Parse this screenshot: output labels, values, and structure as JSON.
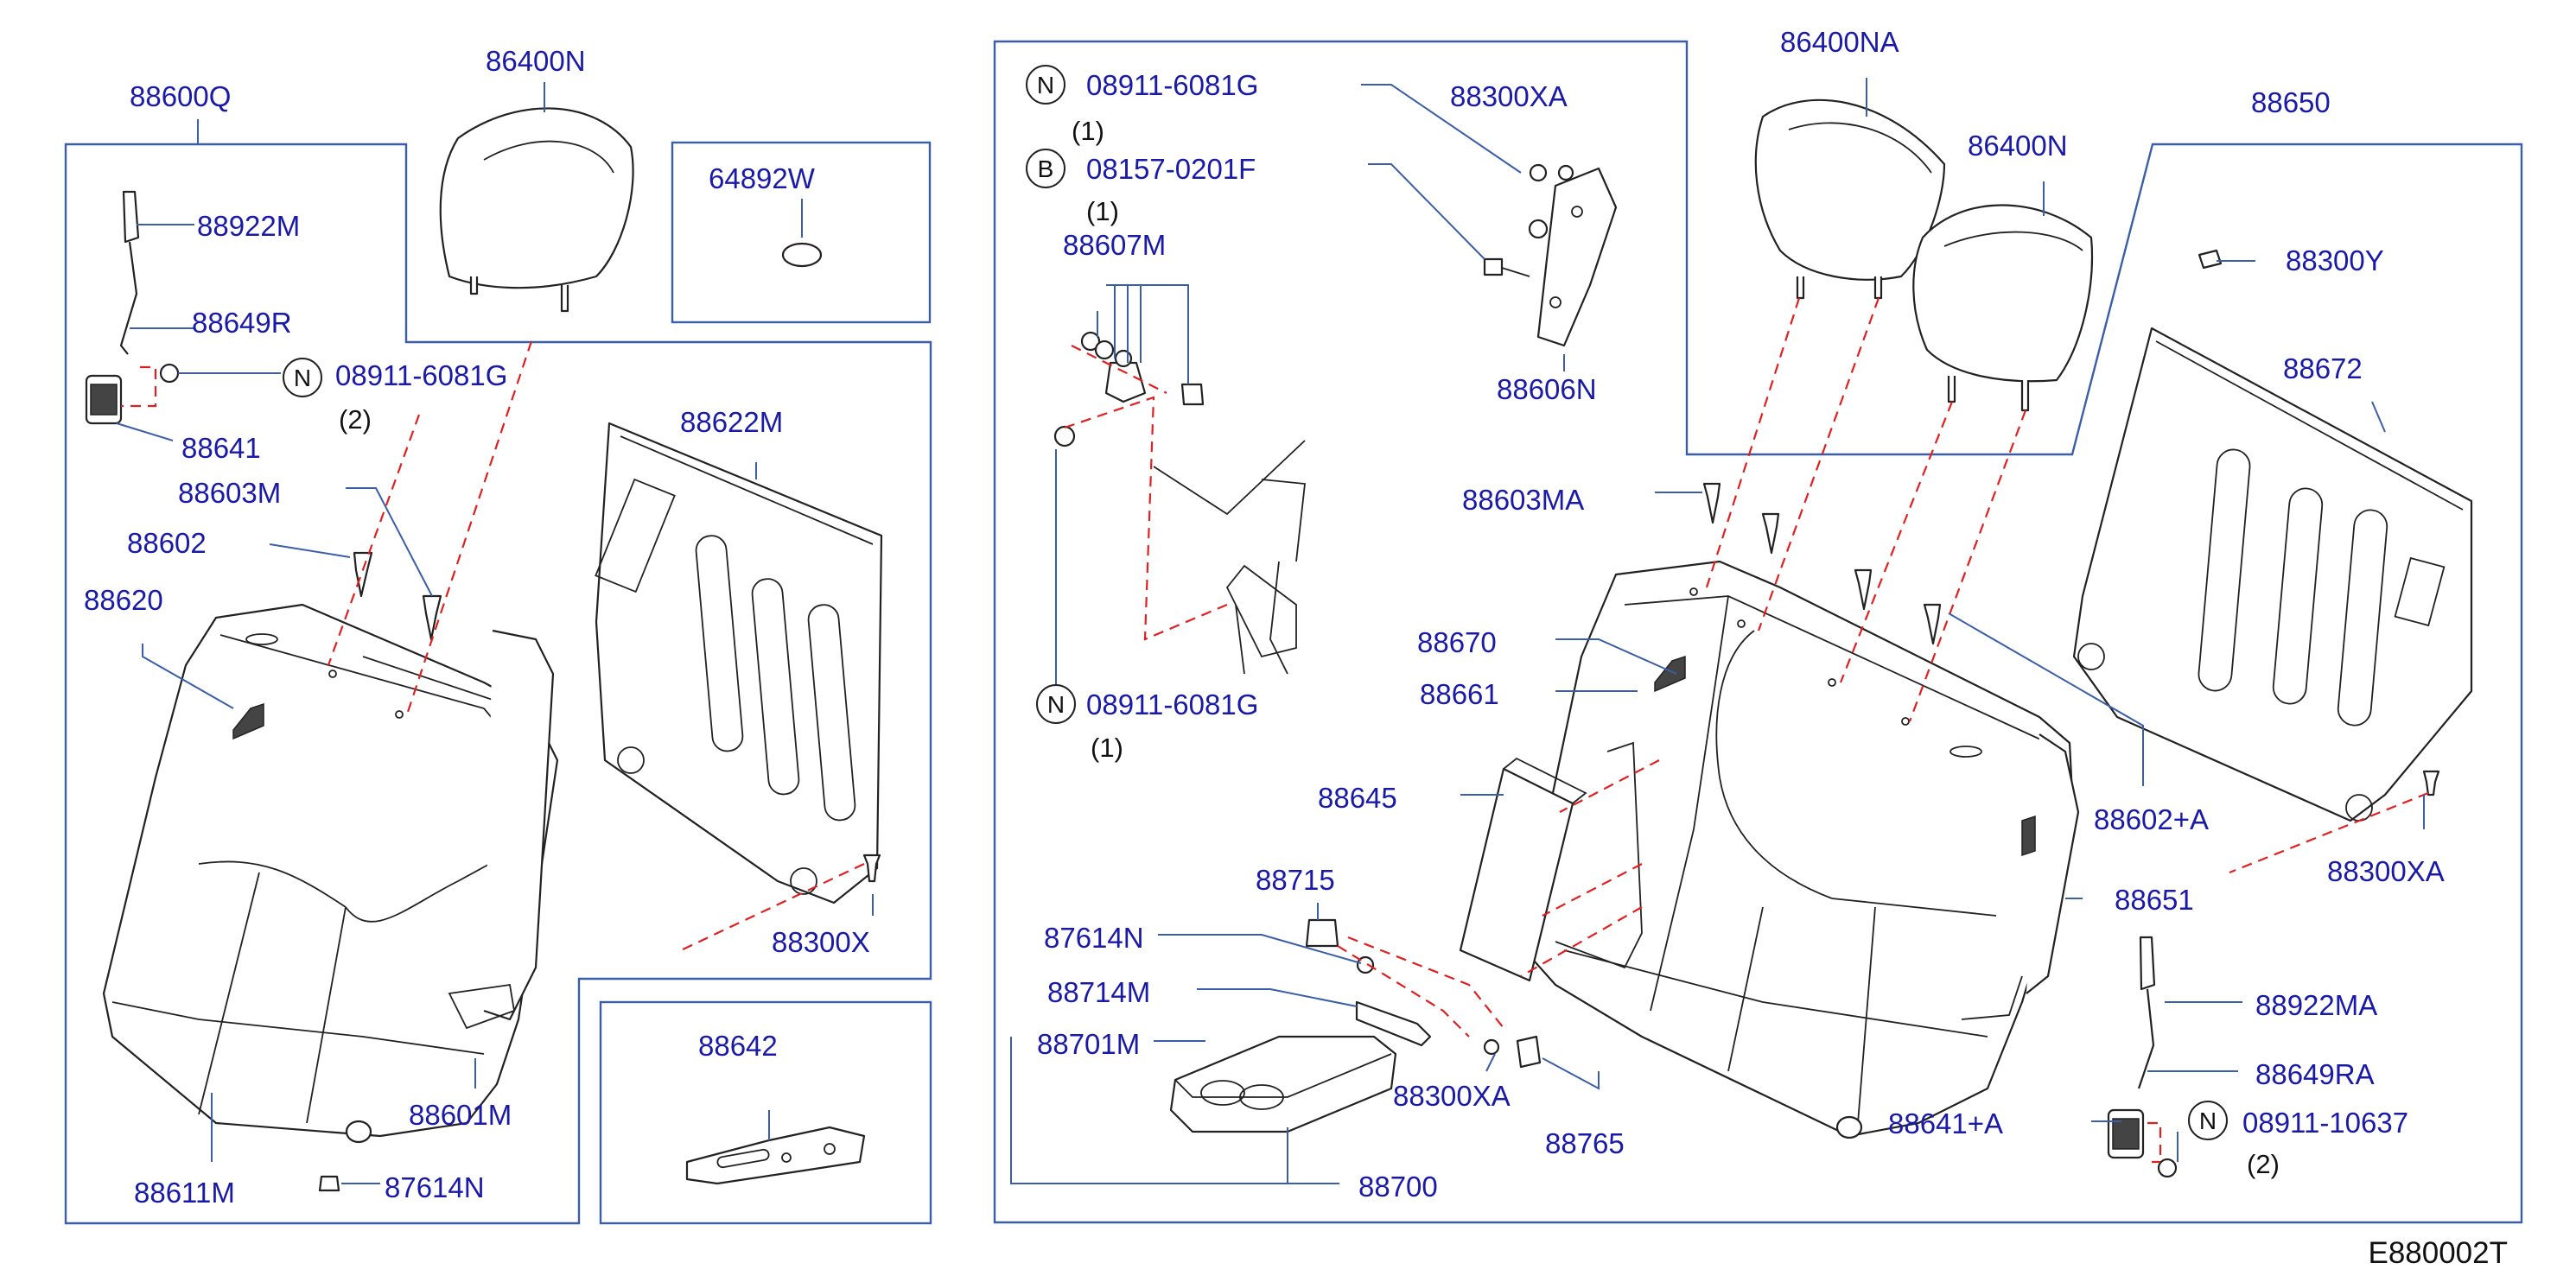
{
  "diagram_code": "E880002T",
  "labels": {
    "p88600Q": "88600Q",
    "p86400N_left": "86400N",
    "p64892W": "64892W",
    "p88922M": "88922M",
    "p88649R": "88649R",
    "p08911_left": "08911-6081G",
    "p08911_left_qty": "(2)",
    "p88641": "88641",
    "p88603M": "88603M",
    "p88602": "88602",
    "p88620": "88620",
    "p88622M": "88622M",
    "p88300X": "88300X",
    "p88601M": "88601M",
    "p88611M": "88611M",
    "p87614N_left": "87614N",
    "p88642": "88642",
    "p08911_top": "08911-6081G",
    "p08911_top_qty": "(1)",
    "p08157": "08157-0201F",
    "p08157_qty": "(1)",
    "p88607M": "88607M",
    "p88300XA_top": "88300XA",
    "p88606N": "88606N",
    "p08911_mid": "08911-6081G",
    "p08911_mid_qty": "(1)",
    "p86400NA": "86400NA",
    "p86400N_right": "86400N",
    "p88650": "88650",
    "p88300Y": "88300Y",
    "p88672": "88672",
    "p88603MA": "88603MA",
    "p88670": "88670",
    "p88661": "88661",
    "p88645": "88645",
    "p88602A": "88602+A",
    "p88300XA_right": "88300XA",
    "p88715": "88715",
    "p88651": "88651",
    "p87614N_right": "87614N",
    "p88714M": "88714M",
    "p88701M": "88701M",
    "p88300XA_mid": "88300XA",
    "p88765": "88765",
    "p88700": "88700",
    "p88922MA": "88922MA",
    "p88649RA": "88649RA",
    "p88641A": "88641+A",
    "p08911_10637": "08911-10637",
    "p08911_10637_qty": "(2)"
  },
  "symbols": {
    "nut": "N",
    "bolt": "B"
  },
  "colors": {
    "label": "#1a1aa8",
    "frame": "#3a5ea8",
    "dashed_guide": "#e02020",
    "part_outline": "#222222"
  }
}
